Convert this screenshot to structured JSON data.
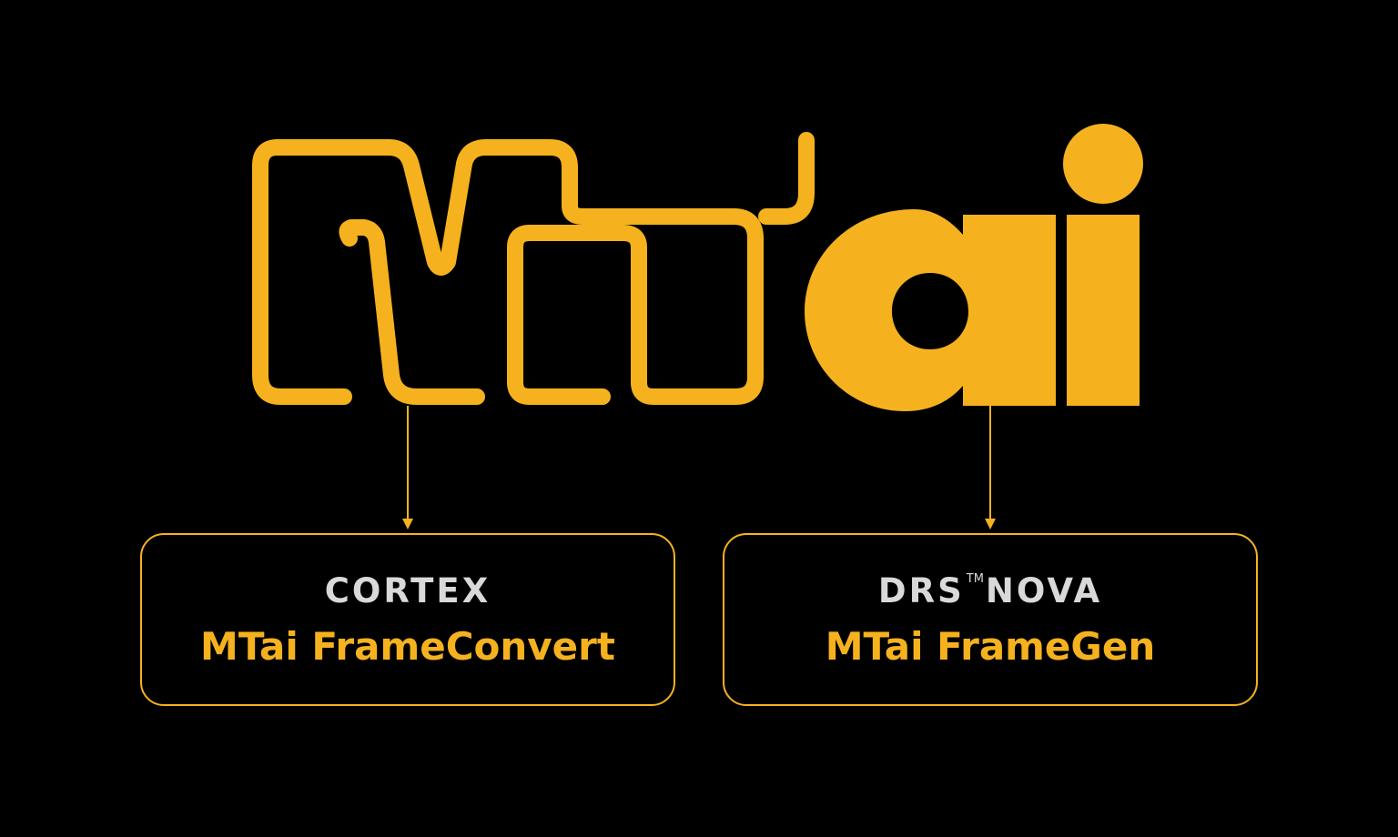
{
  "logo": {
    "text": "MTai",
    "color": "#F5B21E"
  },
  "left_box": {
    "top_label": "CORTEX",
    "bottom_label": "MTai FrameConvert"
  },
  "right_box": {
    "top_label_main": "DRS",
    "trademark": "TM",
    "top_label_suffix": "NOVA",
    "bottom_label": "MTai FrameGen"
  },
  "colors": {
    "background": "#000000",
    "accent": "#F5B21E",
    "label_gray": "#D9D9D9"
  }
}
